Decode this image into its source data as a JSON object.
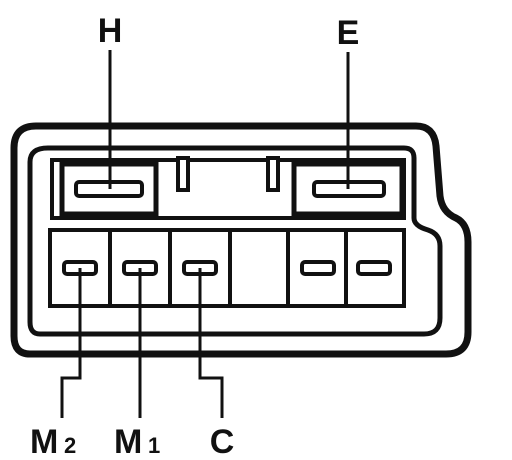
{
  "labels": {
    "top_left": "H",
    "top_right": "E",
    "bottom_1_main": "M",
    "bottom_1_sub": "2",
    "bottom_2_main": "M",
    "bottom_2_sub": "1",
    "bottom_3": "C"
  },
  "colors": {
    "ink": "#111111",
    "paper": "#ffffff"
  }
}
